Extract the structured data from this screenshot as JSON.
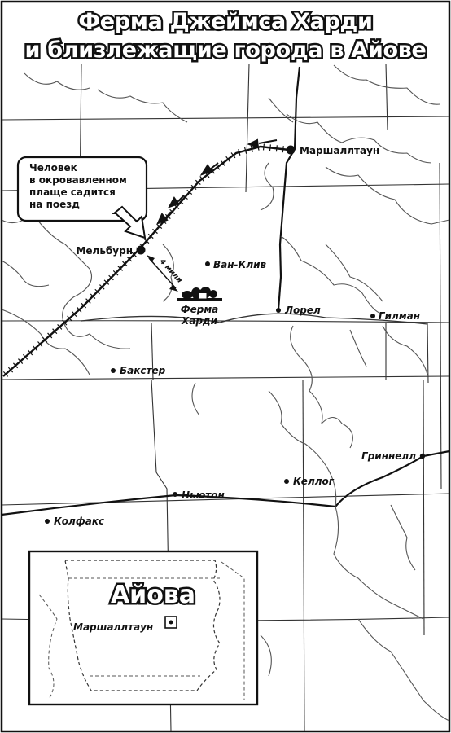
{
  "map": {
    "title_line1": "Ферма Джеймса Харди",
    "title_line2": "и близлежащие города в Айове",
    "callout": {
      "line1": "Человек",
      "line2": "в окровавленном",
      "line3": "плаще садится",
      "line4": "на поезд"
    },
    "distance_label": "4 мили",
    "farm": {
      "line1": "Ферма",
      "line2": "Харди"
    },
    "towns": {
      "marshalltown": "Маршаллтаун",
      "melbourne": "Мельбурн",
      "van_cleve": "Ван-Клив",
      "laurel": "Лорел",
      "gilman": "Гилман",
      "baxter": "Бакстер",
      "grinnell": "Гриннелл",
      "kellogg": "Келлог",
      "newton": "Ньютон",
      "colfax": "Колфакс"
    },
    "inset": {
      "title": "Айова",
      "marker_label": "Маршаллтаун"
    }
  },
  "colors": {
    "ink": "#111111",
    "paper": "#ffffff",
    "river": "#555555"
  }
}
